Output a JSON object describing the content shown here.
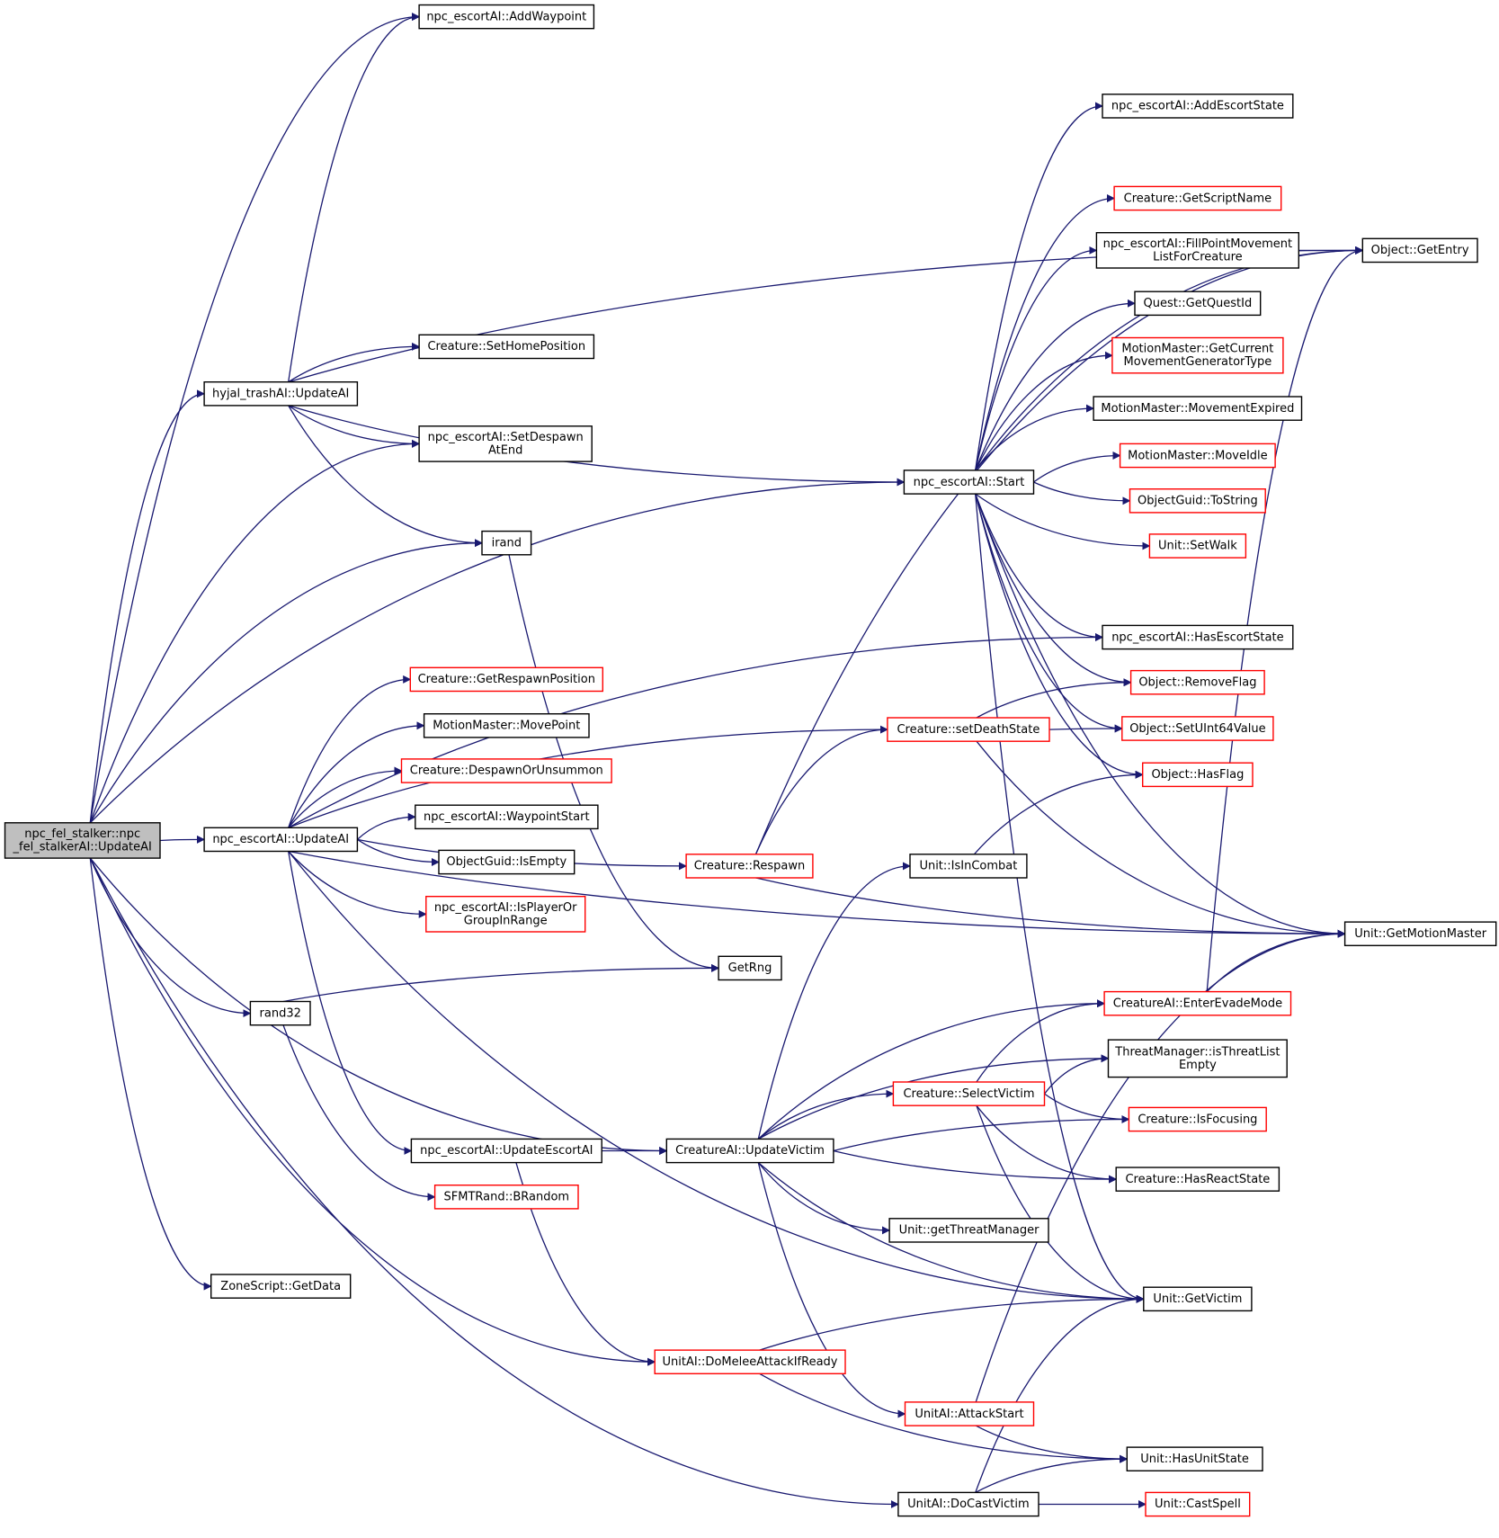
{
  "colors": {
    "edge": "#191970",
    "node_border_default": "#000000",
    "node_border_link": "#ff0000",
    "root_fill": "#bfbfbf"
  },
  "nodes": [
    {
      "id": "root",
      "lines": [
        "npc_fel_stalker::npc",
        "_fel_stalkerAI::UpdateAI"
      ],
      "root": true
    },
    {
      "id": "addWaypoint",
      "lines": [
        "npc_escortAI::AddWaypoint"
      ]
    },
    {
      "id": "hyjalUpdate",
      "lines": [
        "hyjal_trashAI::UpdateAI"
      ]
    },
    {
      "id": "setHomePos",
      "lines": [
        "Creature::SetHomePosition"
      ]
    },
    {
      "id": "setDespawn",
      "lines": [
        "npc_escortAI::SetDespawn",
        "AtEnd"
      ]
    },
    {
      "id": "irand",
      "lines": [
        "irand"
      ]
    },
    {
      "id": "escortUpdate",
      "lines": [
        "npc_escortAI::UpdateAI"
      ]
    },
    {
      "id": "getRespawnPos",
      "lines": [
        "Creature::GetRespawnPosition"
      ],
      "red": true
    },
    {
      "id": "movePoint",
      "lines": [
        "MotionMaster::MovePoint"
      ]
    },
    {
      "id": "despawnOrUnsummon",
      "lines": [
        "Creature::DespawnOrUnsummon"
      ],
      "red": true
    },
    {
      "id": "waypointStart",
      "lines": [
        "npc_escortAI::WaypointStart"
      ]
    },
    {
      "id": "guidIsEmpty",
      "lines": [
        "ObjectGuid::IsEmpty"
      ]
    },
    {
      "id": "isPlayerInRange",
      "lines": [
        "npc_escortAI::IsPlayerOr",
        "GroupInRange"
      ],
      "red": true
    },
    {
      "id": "rand32",
      "lines": [
        "rand32"
      ]
    },
    {
      "id": "bRandom",
      "lines": [
        "SFMTRand::BRandom"
      ],
      "red": true
    },
    {
      "id": "updateEscortAI",
      "lines": [
        "npc_escortAI::UpdateEscortAI"
      ]
    },
    {
      "id": "zoneGetData",
      "lines": [
        "ZoneScript::GetData"
      ]
    },
    {
      "id": "getRng",
      "lines": [
        "GetRng"
      ]
    },
    {
      "id": "respawn",
      "lines": [
        "Creature::Respawn"
      ],
      "red": true
    },
    {
      "id": "setDeathState",
      "lines": [
        "Creature::setDeathState"
      ],
      "red": true
    },
    {
      "id": "escortStart",
      "lines": [
        "npc_escortAI::Start"
      ]
    },
    {
      "id": "updateVictim",
      "lines": [
        "CreatureAI::UpdateVictim"
      ]
    },
    {
      "id": "doMelee",
      "lines": [
        "UnitAI::DoMeleeAttackIfReady"
      ],
      "red": true
    },
    {
      "id": "doCastVictim",
      "lines": [
        "UnitAI::DoCastVictim"
      ]
    },
    {
      "id": "isInCombat",
      "lines": [
        "Unit::IsInCombat"
      ]
    },
    {
      "id": "selectVictim",
      "lines": [
        "Creature::SelectVictim"
      ],
      "red": true
    },
    {
      "id": "getThreatMgr",
      "lines": [
        "Unit::getThreatManager"
      ]
    },
    {
      "id": "attackStart",
      "lines": [
        "UnitAI::AttackStart"
      ],
      "red": true
    },
    {
      "id": "addEscortState",
      "lines": [
        "npc_escortAI::AddEscortState"
      ]
    },
    {
      "id": "getScriptName",
      "lines": [
        "Creature::GetScriptName"
      ],
      "red": true
    },
    {
      "id": "fillPoint",
      "lines": [
        "npc_escortAI::FillPointMovement",
        "ListForCreature"
      ]
    },
    {
      "id": "getQuestId",
      "lines": [
        "Quest::GetQuestId"
      ]
    },
    {
      "id": "getCurMoveGen",
      "lines": [
        "MotionMaster::GetCurrent",
        "MovementGeneratorType"
      ],
      "red": true
    },
    {
      "id": "moveExpired",
      "lines": [
        "MotionMaster::MovementExpired"
      ]
    },
    {
      "id": "moveIdle",
      "lines": [
        "MotionMaster::MoveIdle"
      ],
      "red": true
    },
    {
      "id": "guidToString",
      "lines": [
        "ObjectGuid::ToString"
      ],
      "red": true
    },
    {
      "id": "setWalk",
      "lines": [
        "Unit::SetWalk"
      ],
      "red": true
    },
    {
      "id": "hasEscortState",
      "lines": [
        "npc_escortAI::HasEscortState"
      ]
    },
    {
      "id": "removeFlag",
      "lines": [
        "Object::RemoveFlag"
      ],
      "red": true
    },
    {
      "id": "setUInt64",
      "lines": [
        "Object::SetUInt64Value"
      ],
      "red": true
    },
    {
      "id": "hasFlag",
      "lines": [
        "Object::HasFlag"
      ],
      "red": true
    },
    {
      "id": "enterEvade",
      "lines": [
        "CreatureAI::EnterEvadeMode"
      ],
      "red": true
    },
    {
      "id": "isThreatEmpty",
      "lines": [
        "ThreatManager::isThreatList",
        "Empty"
      ]
    },
    {
      "id": "isFocusing",
      "lines": [
        "Creature::IsFocusing"
      ],
      "red": true
    },
    {
      "id": "hasReactState",
      "lines": [
        "Creature::HasReactState"
      ]
    },
    {
      "id": "getVictim",
      "lines": [
        "Unit::GetVictim"
      ]
    },
    {
      "id": "hasUnitState",
      "lines": [
        "Unit::HasUnitState"
      ]
    },
    {
      "id": "castSpell",
      "lines": [
        "Unit::CastSpell"
      ],
      "red": true
    },
    {
      "id": "getEntry",
      "lines": [
        "Object::GetEntry"
      ]
    },
    {
      "id": "getMotionMaster",
      "lines": [
        "Unit::GetMotionMaster"
      ]
    }
  ]
}
